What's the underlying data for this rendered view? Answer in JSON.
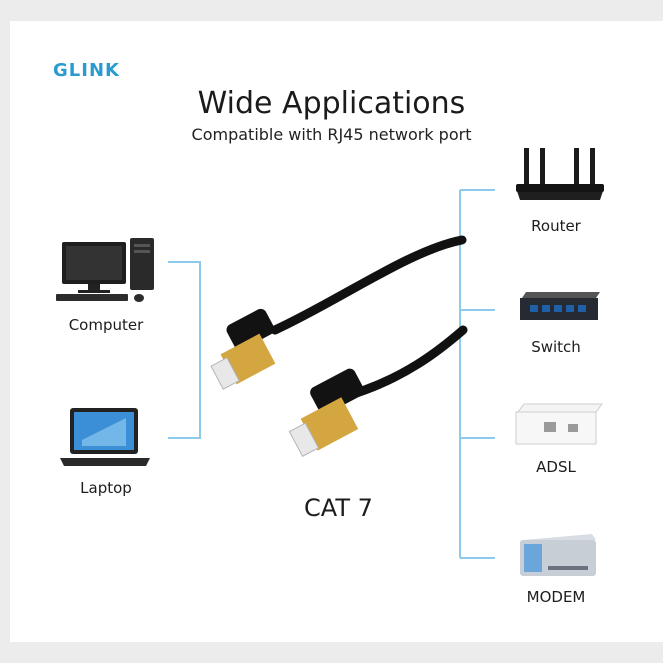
{
  "brand": {
    "logo_text": "GLINK",
    "accent": "#2a9bd0"
  },
  "header": {
    "title": "Wide Applications",
    "subtitle": "Compatible with RJ45 network port"
  },
  "left_devices": [
    {
      "icon": "computer-icon",
      "label": "Computer"
    },
    {
      "icon": "laptop-icon",
      "label": "Laptop"
    }
  ],
  "right_devices": [
    {
      "icon": "router-icon",
      "label": "Router"
    },
    {
      "icon": "switch-icon",
      "label": "Switch"
    },
    {
      "icon": "adsl-icon",
      "label": "ADSL"
    },
    {
      "icon": "modem-icon",
      "label": "MODEM"
    }
  ],
  "cable": {
    "icon": "ethernet-cable-icon",
    "label": "CAT 7",
    "connector_color": "#d4a640"
  },
  "line_color": "#8ccbea"
}
